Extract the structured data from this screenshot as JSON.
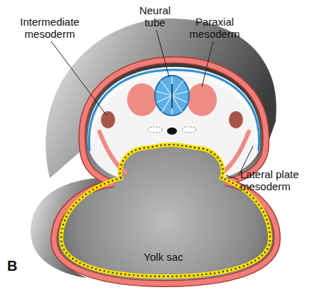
{
  "diagram": {
    "labels": [
      "Neural tube",
      "Paraxial mesoderm",
      "Intermediate mesoderm",
      "Lateral plate mesoderm",
      "Yolk sac",
      "B"
    ]
  }
}
